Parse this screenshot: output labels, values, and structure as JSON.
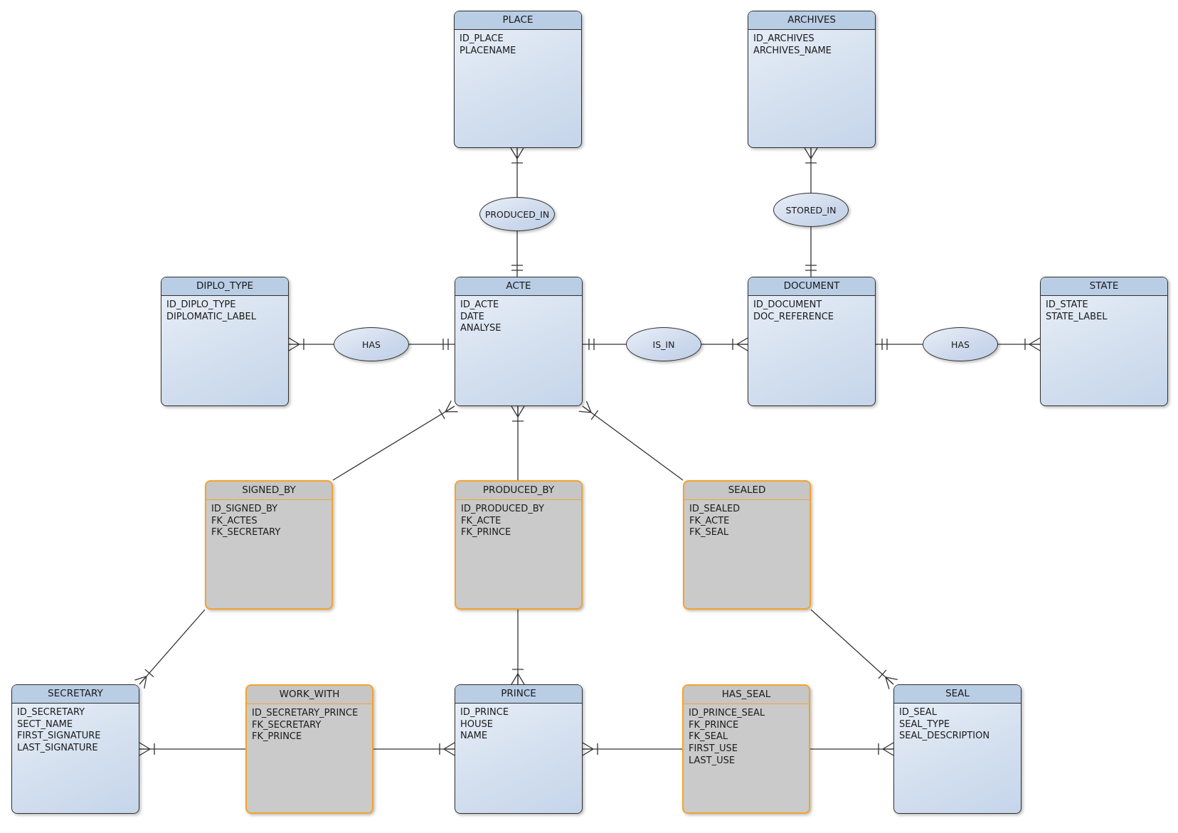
{
  "diagram": {
    "colors": {
      "entity_header": "#b9cde5",
      "entity_body_gradient_start": "#eaf0f8",
      "entity_body_gradient_end": "#c5d5ea",
      "association_border": "#f5a329",
      "association_fill": "#cacaca",
      "line": "#333333",
      "background": "#ffffff"
    },
    "entities": [
      {
        "name": "PLACE",
        "kind": "entity",
        "attributes": [
          "ID_PLACE",
          "PLACENAME"
        ]
      },
      {
        "name": "ARCHIVES",
        "kind": "entity",
        "attributes": [
          "ID_ARCHIVES",
          "ARCHIVES_NAME"
        ]
      },
      {
        "name": "DIPLO_TYPE",
        "kind": "entity",
        "attributes": [
          "ID_DIPLO_TYPE",
          "DIPLOMATIC_LABEL"
        ]
      },
      {
        "name": "ACTE",
        "kind": "entity",
        "attributes": [
          "ID_ACTE",
          "DATE",
          "ANALYSE"
        ]
      },
      {
        "name": "DOCUMENT",
        "kind": "entity",
        "attributes": [
          "ID_DOCUMENT",
          "DOC_REFERENCE"
        ]
      },
      {
        "name": "STATE",
        "kind": "entity",
        "attributes": [
          "ID_STATE",
          "STATE_LABEL"
        ]
      },
      {
        "name": "SIGNED_BY",
        "kind": "association",
        "attributes": [
          "ID_SIGNED_BY",
          "FK_ACTES",
          "FK_SECRETARY"
        ]
      },
      {
        "name": "PRODUCED_BY",
        "kind": "association",
        "attributes": [
          "ID_PRODUCED_BY",
          "FK_ACTE",
          "FK_PRINCE"
        ]
      },
      {
        "name": "SEALED",
        "kind": "association",
        "attributes": [
          "ID_SEALED",
          "FK_ACTE",
          "FK_SEAL"
        ]
      },
      {
        "name": "SECRETARY",
        "kind": "entity",
        "attributes": [
          "ID_SECRETARY",
          "SECT_NAME",
          "FIRST_SIGNATURE",
          "LAST_SIGNATURE"
        ]
      },
      {
        "name": "WORK_WITH",
        "kind": "association",
        "attributes": [
          "ID_SECRETARY_PRINCE",
          "FK_SECRETARY",
          "FK_PRINCE"
        ]
      },
      {
        "name": "PRINCE",
        "kind": "entity",
        "attributes": [
          "ID_PRINCE",
          "HOUSE",
          "NAME"
        ]
      },
      {
        "name": "HAS_SEAL",
        "kind": "association",
        "attributes": [
          "ID_PRINCE_SEAL",
          "FK_PRINCE",
          "FK_SEAL",
          "FIRST_USE",
          "LAST_USE"
        ]
      },
      {
        "name": "SEAL",
        "kind": "entity",
        "attributes": [
          "ID_SEAL",
          "SEAL_TYPE",
          "SEAL_DESCRIPTION"
        ]
      }
    ],
    "relationships": [
      {
        "label": "PRODUCED_IN"
      },
      {
        "label": "STORED_IN"
      },
      {
        "label": "HAS"
      },
      {
        "label": "IS_IN"
      },
      {
        "label": "HAS"
      }
    ]
  }
}
